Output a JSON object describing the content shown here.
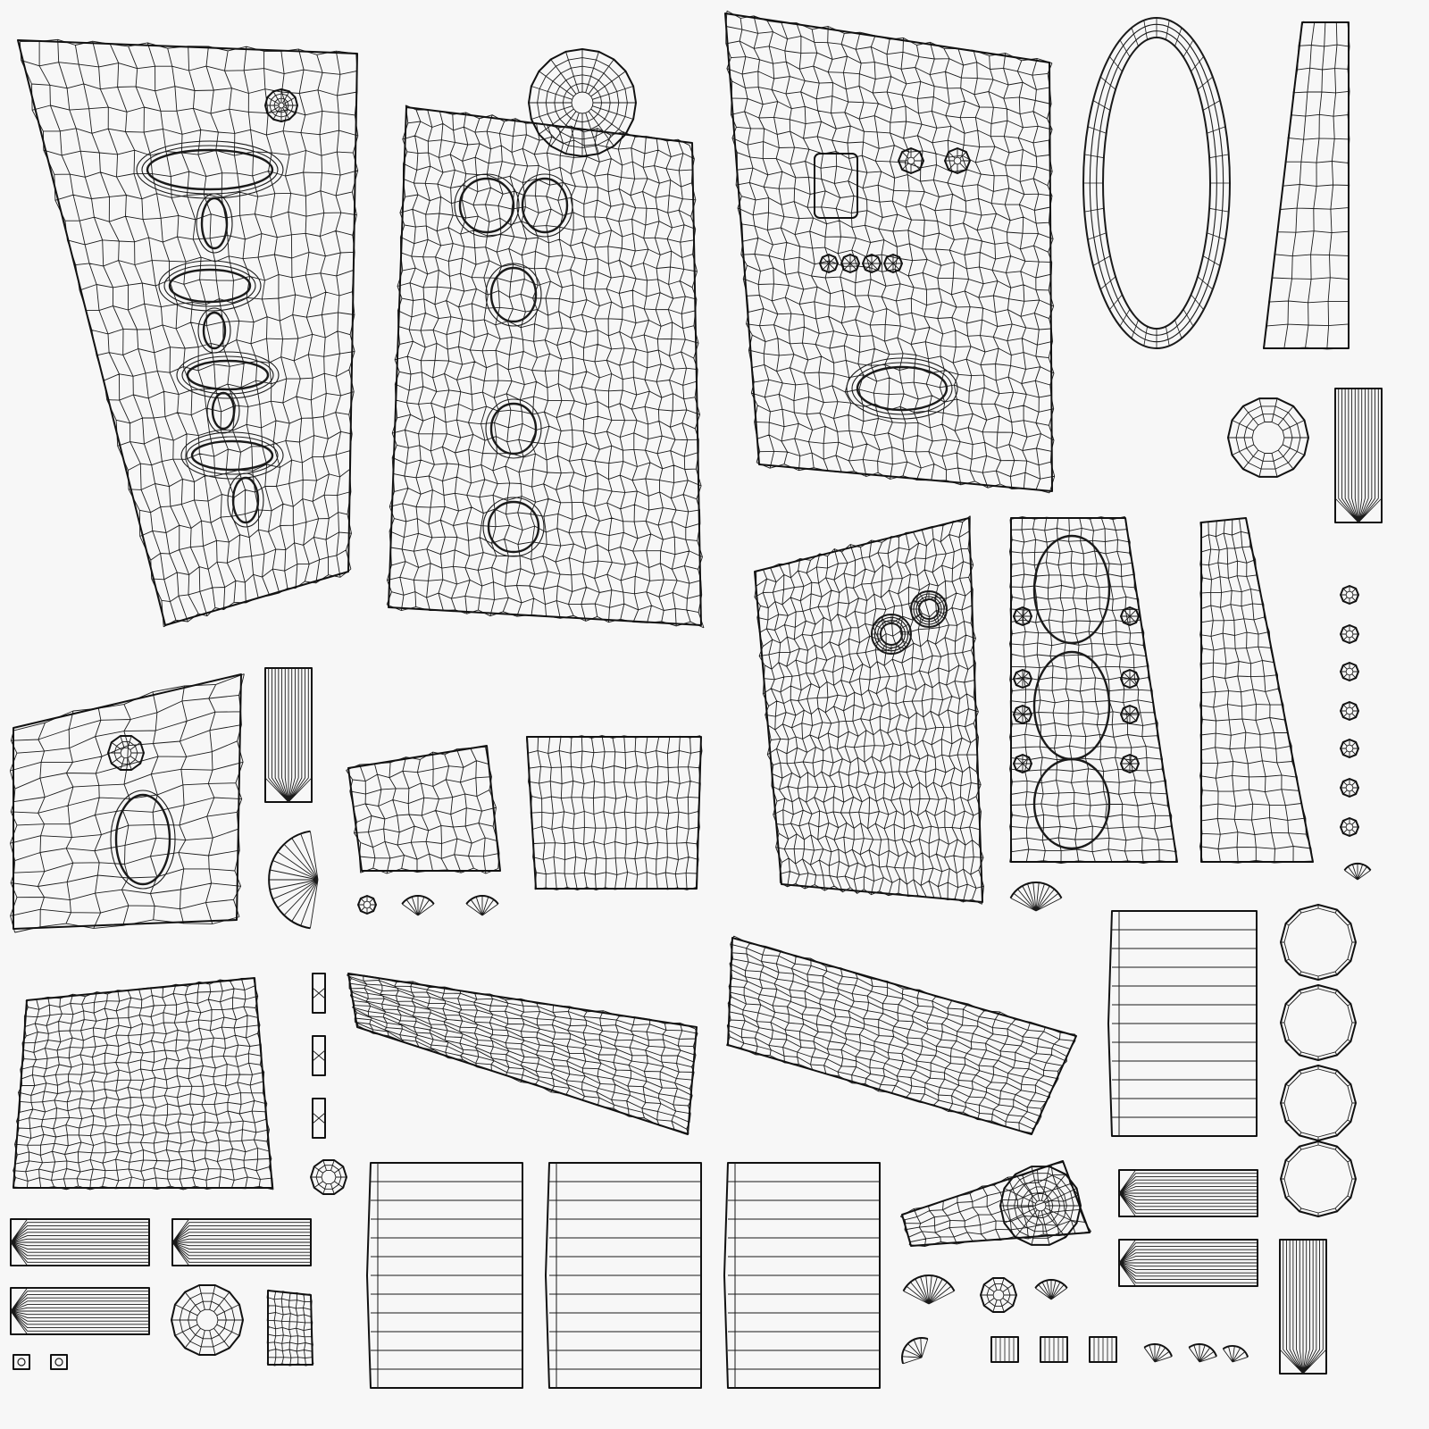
{
  "canvas": {
    "background": "#f7f7f7",
    "line_color": "#1a1a1a"
  },
  "islands": {
    "big": [
      {
        "id": "torso-left-panel",
        "type": "panel",
        "grid": [
          18,
          26
        ]
      },
      {
        "id": "torso-front-panel",
        "type": "panel",
        "grid": [
          24,
          34
        ]
      },
      {
        "id": "torso-back-panel",
        "type": "panel",
        "grid": [
          22,
          32
        ]
      },
      {
        "id": "belt-ring",
        "type": "ring",
        "segments": 36
      },
      {
        "id": "side-strip",
        "type": "strip",
        "grid": [
          4,
          14
        ]
      },
      {
        "id": "shoulder-panel",
        "type": "panel",
        "grid": [
          24,
          26
        ]
      },
      {
        "id": "chain-panel",
        "type": "panel",
        "grid": [
          10,
          30
        ]
      },
      {
        "id": "boot-strip",
        "type": "strip",
        "grid": [
          6,
          24
        ]
      },
      {
        "id": "skirt-panel",
        "type": "panel",
        "grid": [
          20,
          22
        ]
      },
      {
        "id": "sleeve-left",
        "type": "panel",
        "grid": [
          22,
          16
        ]
      },
      {
        "id": "sleeve-right",
        "type": "panel",
        "grid": [
          22,
          16
        ]
      },
      {
        "id": "plank-strip-a",
        "type": "plank",
        "grid": [
          1,
          12
        ]
      },
      {
        "id": "plank-strip-b",
        "type": "plank",
        "grid": [
          1,
          12
        ]
      },
      {
        "id": "plank-strip-c",
        "type": "plank",
        "grid": [
          1,
          12
        ]
      },
      {
        "id": "plank-strip-d",
        "type": "plank",
        "grid": [
          1,
          12
        ]
      },
      {
        "id": "cuff-panel",
        "type": "panel",
        "grid": [
          16,
          10
        ]
      },
      {
        "id": "belt-bracket",
        "type": "bracket",
        "grid": [
          8,
          14
        ]
      },
      {
        "id": "knot-ring",
        "type": "ring",
        "segments": 12
      },
      {
        "id": "link-chain",
        "type": "rings",
        "count": 4
      }
    ],
    "small": [
      {
        "id": "fan-strip",
        "type": "fan",
        "count": 11
      },
      {
        "id": "pouch",
        "type": "radial",
        "count": 14
      },
      {
        "id": "octagon-bead",
        "type": "radial",
        "count": 8
      },
      {
        "id": "wedge-piece",
        "type": "fan",
        "count": 6
      },
      {
        "id": "cap-piece",
        "type": "radial",
        "count": 12
      },
      {
        "id": "eyelet",
        "type": "radial",
        "count": 6
      }
    ]
  }
}
